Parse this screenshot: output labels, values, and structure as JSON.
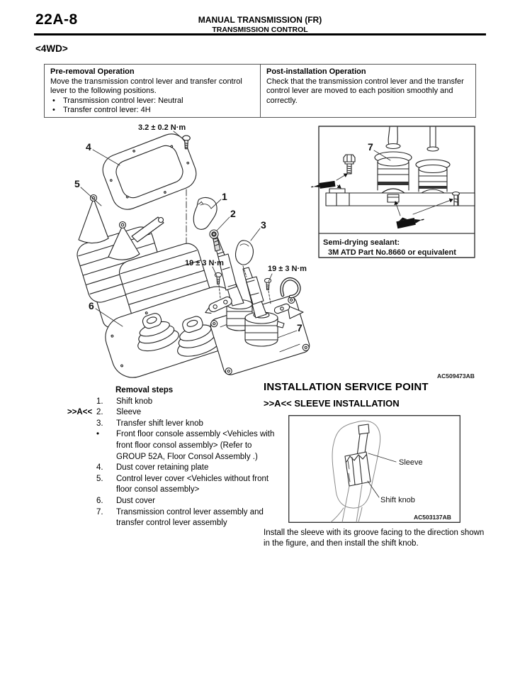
{
  "header": {
    "page_code": "22A-8",
    "title": "MANUAL TRANSMISSION (FR)",
    "subtitle": "TRANSMISSION CONTROL",
    "section": "<4WD>"
  },
  "pre_removal": {
    "title": "Pre-removal Operation",
    "body": "Move the transmission control lever and transfer control lever to the following positions.",
    "bullets": [
      "Transmission control lever: Neutral",
      "Transfer control lever: 4H"
    ]
  },
  "post_installation": {
    "title": "Post-installation Operation",
    "body": "Check that the transmission control lever and the transfer control lever are moved to each position smoothly and correctly."
  },
  "diagram": {
    "torque_top": "3.2 ± 0.2 N·m",
    "torque_left": "19 ± 3 N·m",
    "torque_right": "19 ± 3 N·m",
    "callouts": {
      "c1": "1",
      "c2": "2",
      "c3": "3",
      "c4": "4",
      "c5": "5",
      "c6": "6",
      "c7": "7",
      "inset_c7": "7"
    },
    "sealant_note_title": "Semi-drying sealant:",
    "sealant_note_body": "3M ATD Part No.8660 or equivalent",
    "figure_code": "AC509473AB"
  },
  "removal": {
    "title": "Removal steps",
    "items": [
      {
        "marker": "",
        "num": "1.",
        "text": "Shift knob"
      },
      {
        "marker": ">>A<<",
        "num": "2.",
        "text": "Sleeve"
      },
      {
        "marker": "",
        "num": "3.",
        "text": "Transfer shift lever knob"
      },
      {
        "marker": "",
        "num": "•",
        "text": "Front floor console assembly <Vehicles with front floor consol assembly> (Refer to GROUP 52A, Floor Consol Assembly .)"
      },
      {
        "marker": "",
        "num": "4.",
        "text": "Dust cover retaining plate"
      },
      {
        "marker": "",
        "num": "5.",
        "text": "Control lever cover <Vehicles without front floor consol assembly>"
      },
      {
        "marker": "",
        "num": "6.",
        "text": "Dust cover"
      },
      {
        "marker": "",
        "num": "7.",
        "text": "Transmission control lever assembly and transfer control lever assembly"
      }
    ]
  },
  "installation": {
    "heading": "INSTALLATION SERVICE POINT",
    "subheading": ">>A<< SLEEVE INSTALLATION",
    "figure": {
      "sleeve_label": "Sleeve",
      "shift_knob_label": "Shift knob",
      "figure_code": "AC503137AB"
    },
    "body": "Install the sleeve with its groove facing to the direction shown in the figure, and then install the shift knob."
  }
}
